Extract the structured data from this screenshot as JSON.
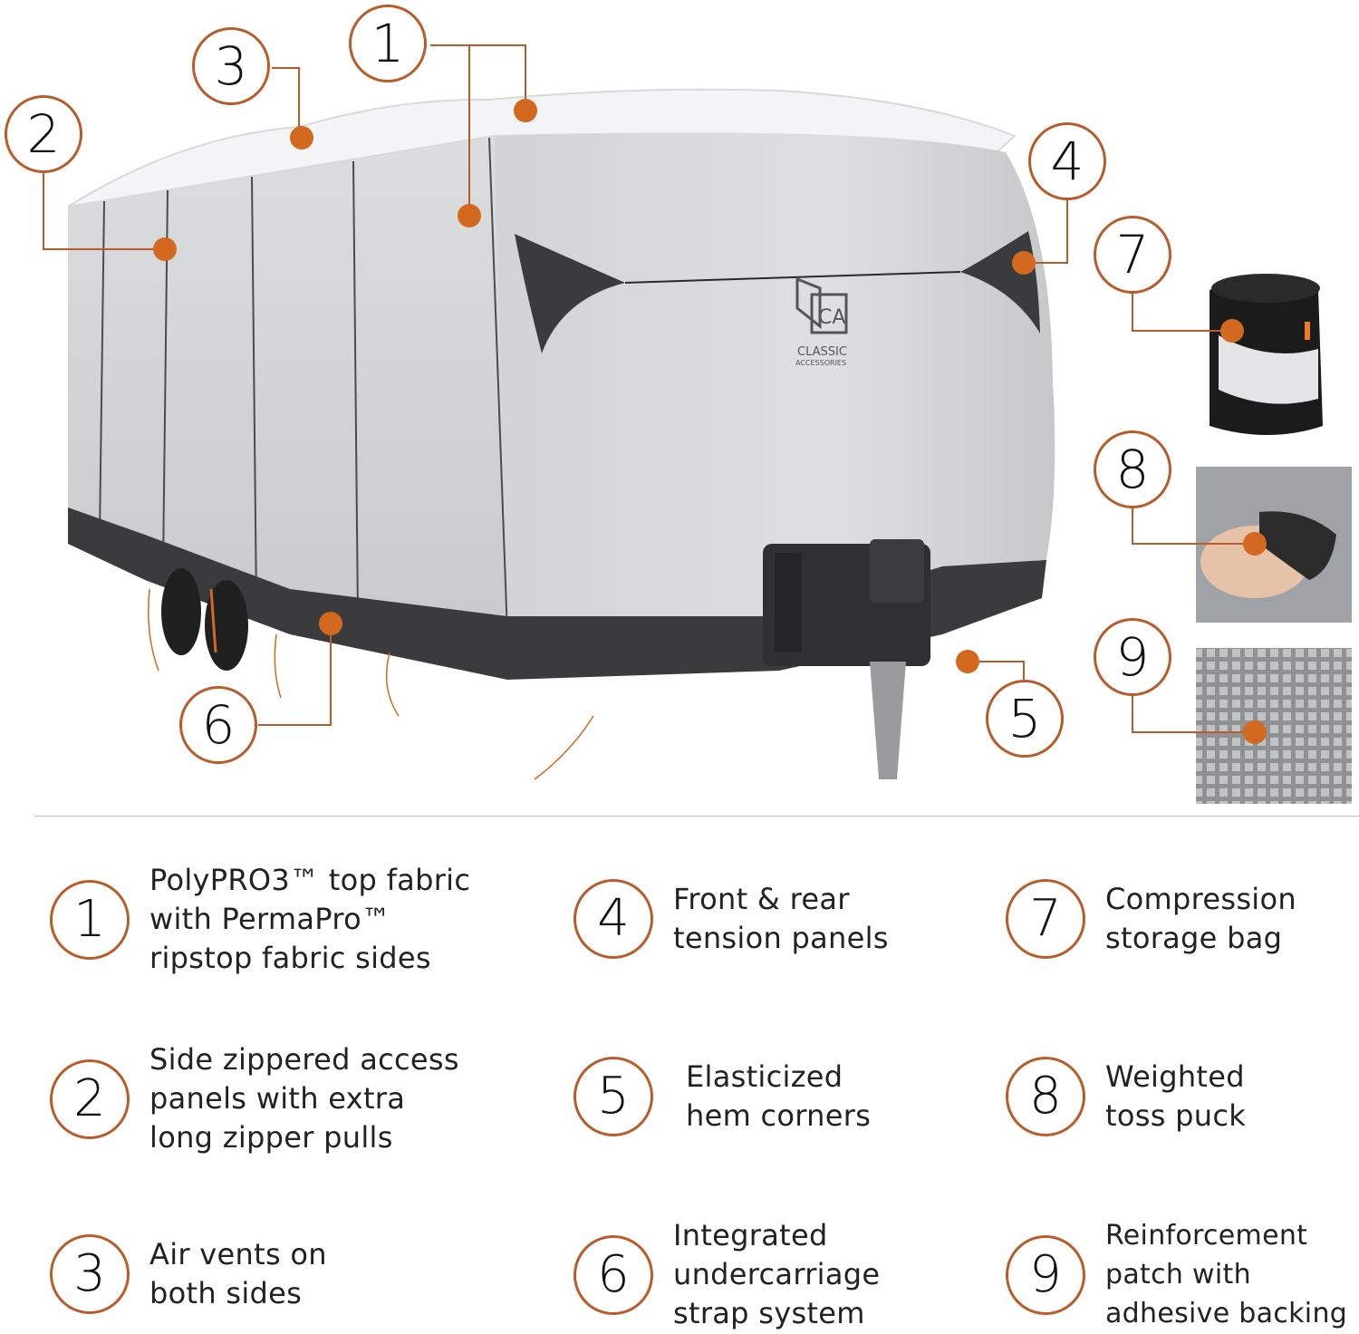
{
  "colors": {
    "accent": "#b85c2c",
    "cover_gray": "#d4d5d7",
    "cover_dark": "#3a3b3d",
    "roof_white": "#f3f4f5"
  },
  "callouts": [
    "1",
    "2",
    "3",
    "4",
    "5",
    "6",
    "7",
    "8",
    "9"
  ],
  "brand_logo": {
    "name": "CLASSIC",
    "sub": "ACCESSORIES",
    "mark": "CA"
  },
  "features": [
    {
      "num": "1",
      "lines": [
        "PolyPRO3™ top fabric",
        "with PermaPro™",
        "ripstop fabric sides"
      ]
    },
    {
      "num": "2",
      "lines": [
        "Side zippered access",
        "panels with extra",
        "long zipper pulls"
      ]
    },
    {
      "num": "3",
      "lines": [
        "Air vents on",
        "both sides"
      ]
    },
    {
      "num": "4",
      "lines": [
        "Front & rear",
        "tension panels"
      ]
    },
    {
      "num": "5",
      "lines": [
        "Elasticized",
        "hem corners"
      ]
    },
    {
      "num": "6",
      "lines": [
        "Integrated",
        "undercarriage",
        "strap system"
      ]
    },
    {
      "num": "7",
      "lines": [
        "Compression",
        "storage bag"
      ]
    },
    {
      "num": "8",
      "lines": [
        "Weighted",
        "toss puck"
      ]
    },
    {
      "num": "9",
      "lines": [
        "Reinforcement",
        "patch with",
        "adhesive backing"
      ]
    }
  ]
}
